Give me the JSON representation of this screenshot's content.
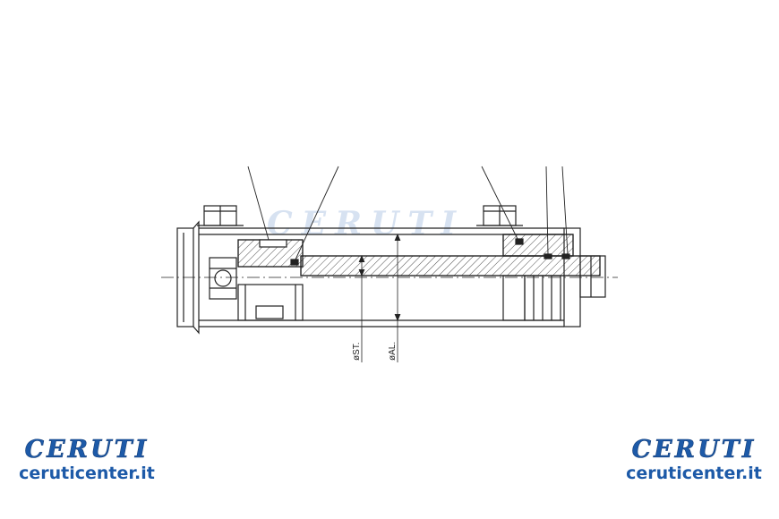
{
  "brand": "CERUTI",
  "website": "ceruticenter.it",
  "dimension_labels": {
    "stroke": "øST.",
    "bore": "øAL."
  },
  "colors": {
    "brand_blue": "#1d5aa8",
    "line": "#222222",
    "watermark": "#b8cbe6"
  }
}
